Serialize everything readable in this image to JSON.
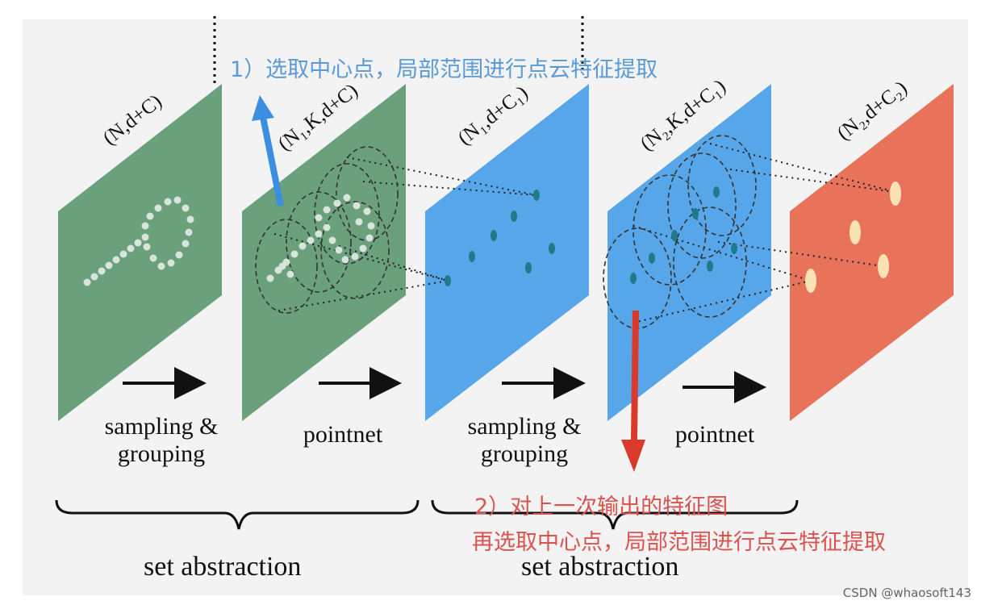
{
  "colors": {
    "green_plane": "#6aa17c",
    "blue_plane": "#58a6ea",
    "red_plane": "#e8725a",
    "gray_point": "#d9e5dc",
    "teal_point": "#1f7a8a",
    "cream_point": "#fbe2b4",
    "annotation_blue": "#5a9bd5",
    "annotation_red": "#d9534f"
  },
  "planes": [
    {
      "label": "(N,d+C)"
    },
    {
      "label": "(N₁,K,d+C)"
    },
    {
      "label": "(N₁,d+C₁)"
    },
    {
      "label": "(N₂,K,d+C₁)"
    },
    {
      "label": "(N₂,d+C₂)"
    }
  ],
  "steps": [
    {
      "line1": "sampling &",
      "line2": "grouping"
    },
    {
      "line1": "pointnet",
      "line2": ""
    },
    {
      "line1": "sampling &",
      "line2": "grouping"
    },
    {
      "line1": "pointnet",
      "line2": ""
    }
  ],
  "groups": [
    {
      "label": "set abstraction"
    },
    {
      "label": "set abstraction"
    }
  ],
  "annotations": {
    "blue": "1）选取中心点，局部范围进行点云特征提取",
    "red_line1": "2）对上一次输出的特征图",
    "red_line2": "再选取中心点，局部范围进行点云特征提取"
  },
  "watermark": "CSDN @whaosoft143"
}
